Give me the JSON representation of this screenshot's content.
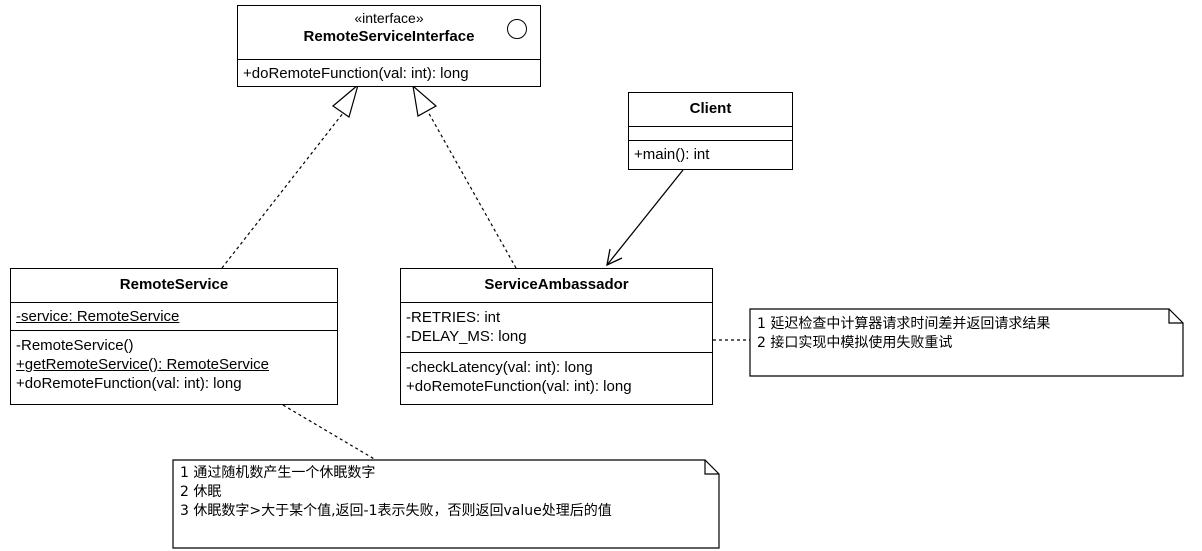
{
  "interface": {
    "stereotype": "«interface»",
    "name": "RemoteServiceInterface",
    "methods": [
      "+doRemoteFunction(val: int): long"
    ]
  },
  "client": {
    "name": "Client",
    "attributes": [],
    "methods": [
      "+main(): int"
    ]
  },
  "remote_service": {
    "name": "RemoteService",
    "attributes": [
      "-service: RemoteService"
    ],
    "methods": [
      "-RemoteService()",
      "+getRemoteService(): RemoteService",
      "+doRemoteFunction(val: int): long"
    ]
  },
  "ambassador": {
    "name": "ServiceAmbassador",
    "attributes": [
      "-RETRIES: int",
      "-DELAY_MS: long"
    ],
    "methods": [
      "-checkLatency(val: int): long",
      "+doRemoteFunction(val: int): long"
    ]
  },
  "notes": {
    "ambassador_note": [
      "1 延迟检查中计算器请求时间差并返回请求结果",
      "2 接口实现中模拟使用失败重试"
    ],
    "remote_note": [
      "1 通过随机数产生一个休眠数字",
      "2 休眠",
      "3 休眠数字>大于某个值,返回-1表示失败，否则返回value处理后的值"
    ]
  }
}
